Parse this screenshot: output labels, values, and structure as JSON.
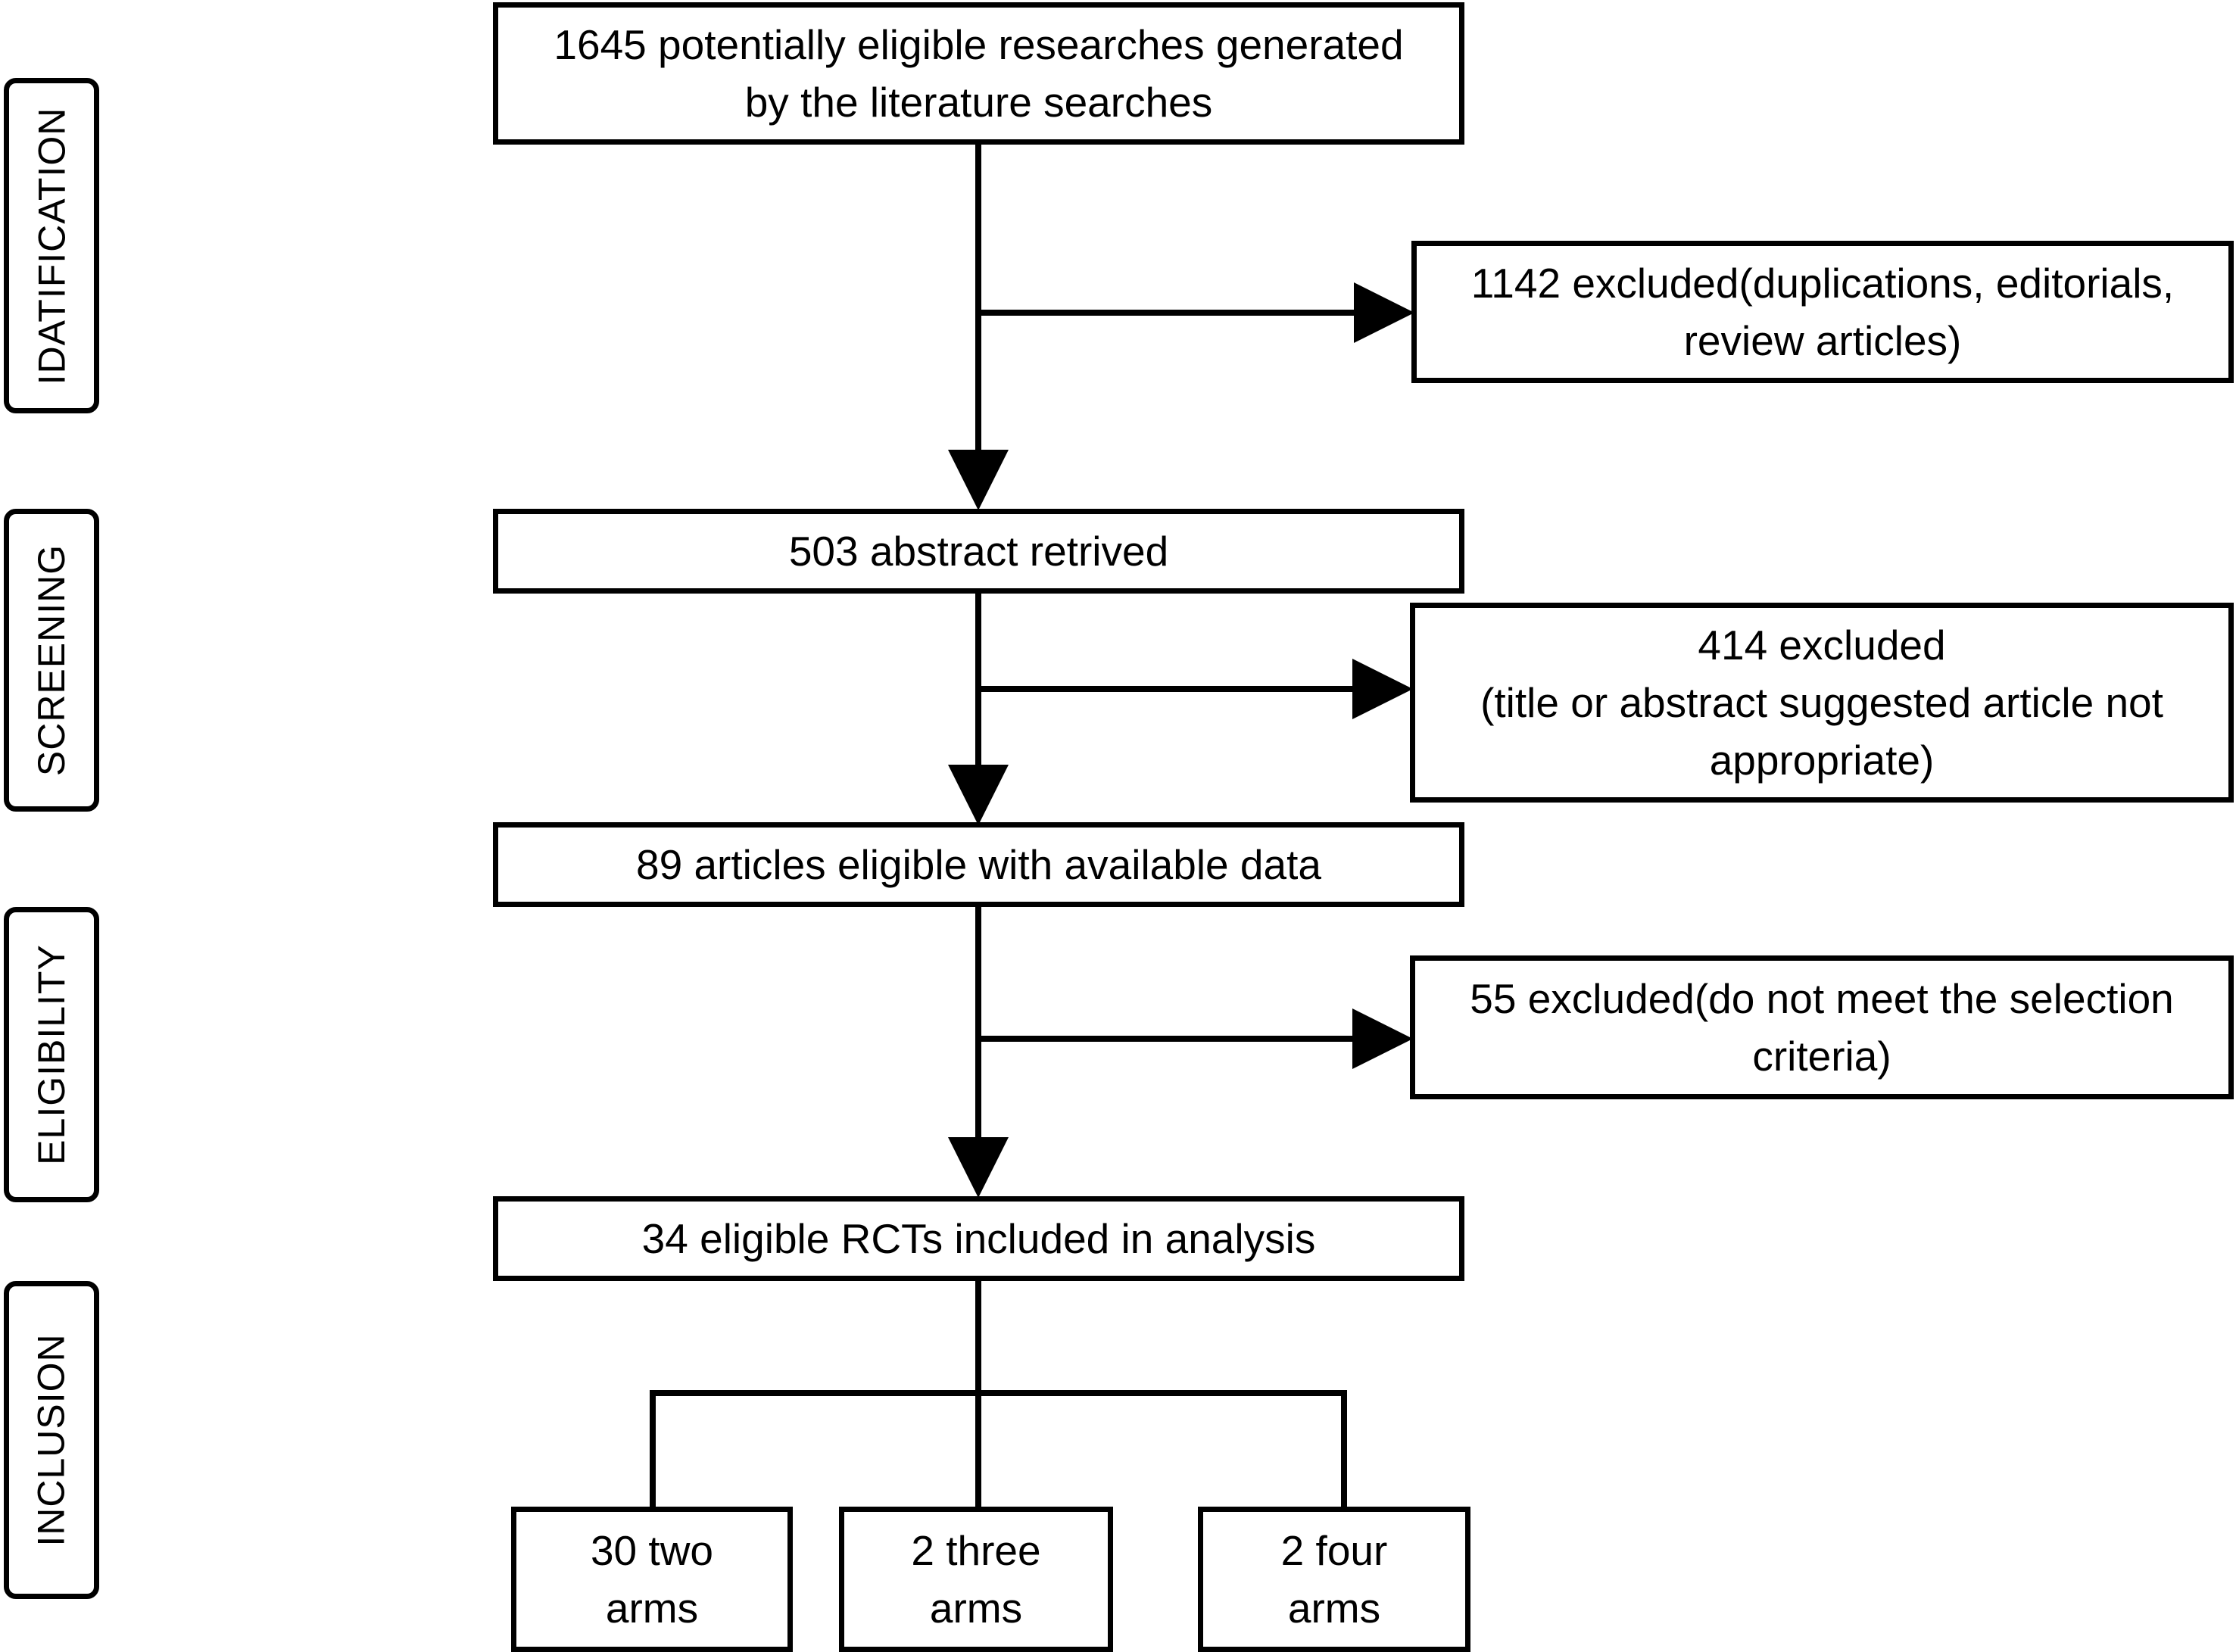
{
  "stages": [
    {
      "id": "identification",
      "label": "IDATIFICATION"
    },
    {
      "id": "screening",
      "label": "SCREENING"
    },
    {
      "id": "eligibility",
      "label": "ELIGIBILITY"
    },
    {
      "id": "inclusion",
      "label": "INCLUSION"
    }
  ],
  "main_flow": [
    {
      "id": "records",
      "text": "1645 potentially eligible researches generated\nby the literature searches"
    },
    {
      "id": "abstracts",
      "text": "503 abstract retrived"
    },
    {
      "id": "eligible",
      "text": "89 articles eligible with available data"
    },
    {
      "id": "included",
      "text": "34 eligible RCTs included in analysis"
    }
  ],
  "exclusions": [
    {
      "id": "excluded-1",
      "text": "1142 excluded(duplications, editorials,\nreview articles)"
    },
    {
      "id": "excluded-2",
      "text": "414 excluded\n(title or abstract suggested article not\nappropriate)"
    },
    {
      "id": "excluded-3",
      "text": "55 excluded(do not meet the selection\ncriteria)"
    }
  ],
  "arms": [
    {
      "id": "two-arms",
      "text": "30 two\narms"
    },
    {
      "id": "three-arms",
      "text": "2 three\narms"
    },
    {
      "id": "four-arms",
      "text": "2 four\narms"
    }
  ]
}
